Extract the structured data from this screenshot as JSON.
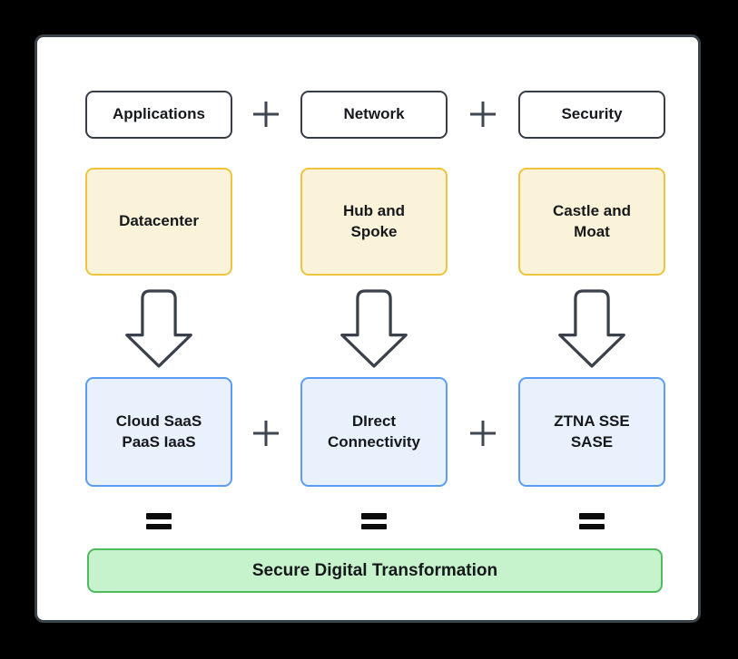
{
  "columns": [
    {
      "category": "Applications",
      "legacy": "Datacenter",
      "modern": "Cloud SaaS\nPaaS IaaS"
    },
    {
      "category": "Network",
      "legacy": "Hub and\nSpoke",
      "modern": "DIrect\nConnectivity"
    },
    {
      "category": "Security",
      "legacy": "Castle and\nMoat",
      "modern": "ZTNA SSE\nSASE"
    }
  ],
  "operators": {
    "plus": "+",
    "equals": "="
  },
  "result": {
    "label": "Secure Digital Transformation"
  },
  "colors": {
    "background": "#000000",
    "card_bg": "#ffffff",
    "card_border": "#3b4248",
    "category_border": "#363d45",
    "legacy_fill": "#fbf2da",
    "legacy_border": "#eec33e",
    "modern_fill": "#e9f1fd",
    "modern_border": "#5b9cf6",
    "result_fill": "#c6f2cc",
    "result_border": "#4fba60",
    "text": "#16191c",
    "operator": "#3e4650",
    "arrow_stroke": "#3a414b"
  }
}
